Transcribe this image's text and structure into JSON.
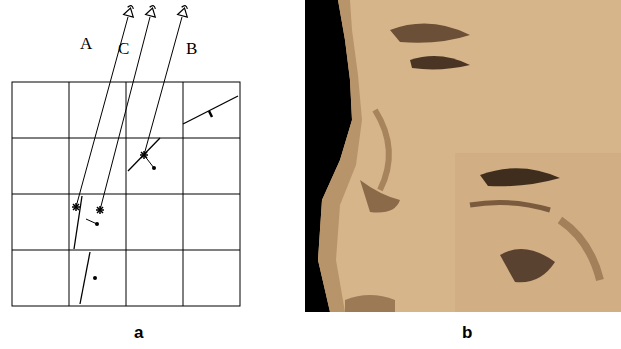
{
  "diagram": {
    "labels": [
      "A",
      "C",
      "B",
      "a",
      "b"
    ]
  }
}
